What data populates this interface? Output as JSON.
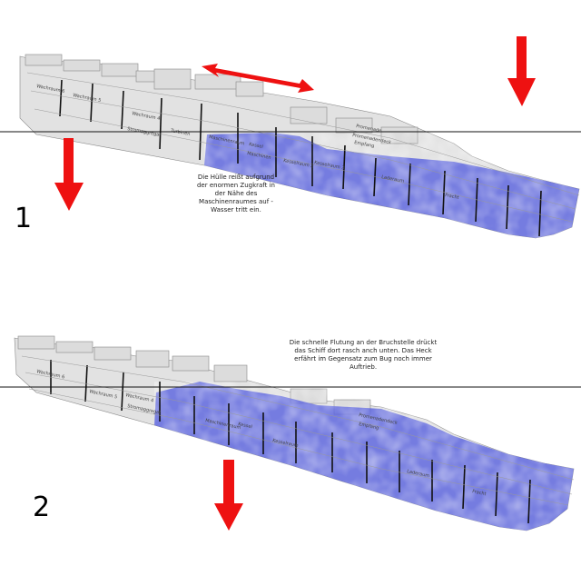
{
  "panel1": {
    "step": "1",
    "note": "Die Hülle reißt aufgrund\nder enormen Zugkraft in\nder Nähe des\nMaschinenraumes auf -\nWasser tritt ein.",
    "labels": [
      "Wachraum 6",
      "Wachraum 5",
      "Wachraum 4",
      "Stromaggregat",
      "Turbinen",
      "Maschinenraum",
      "Kessel",
      "Maschinen",
      "Kesselraum 2",
      "Kesselraum 3",
      "Promenade",
      "Promenadendeck",
      "Empfang",
      "Laderaum",
      "Fracht"
    ]
  },
  "panel2": {
    "step": "2",
    "note": "Die schnelle Flutung an der Bruchstelle drückt\ndas Schiff dort rasch anch unten. Das Heck\nerfährt im Gegensatz zum Bug noch immer\nAuftrieb.",
    "labels": [
      "Wachraum 6",
      "Wachraum 5",
      "Wachraum 4",
      "Stromaggregat",
      "Maschinenraum",
      "Kessel",
      "Kesselraum",
      "Promenadendeck",
      "Empfang",
      "Laderaum",
      "Fracht"
    ]
  },
  "colors": {
    "hull": "#e2e2e2",
    "water": "#5a63e0",
    "arrow": "#ee1111",
    "line": "#111111"
  }
}
